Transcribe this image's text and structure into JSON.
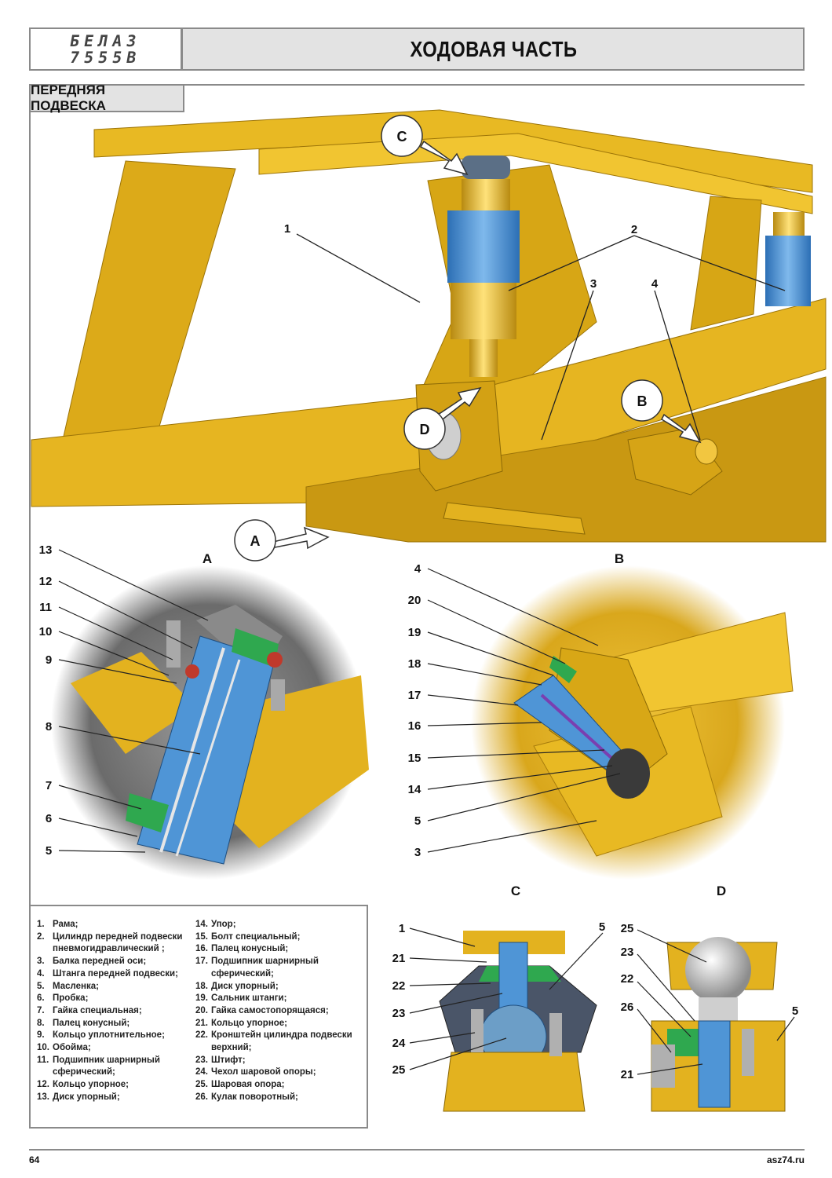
{
  "header": {
    "logo_top": "БЕЛАЗ",
    "logo_bottom": "7555В",
    "title": "ХОДОВАЯ ЧАСТЬ"
  },
  "section": {
    "title": "ПЕРЕДНЯЯ ПОДВЕСКА"
  },
  "callouts_main": {
    "a": "A",
    "b": "B",
    "c": "C",
    "d": "D"
  },
  "main_numbers": {
    "n1": "1",
    "n2": "2",
    "n3": "3",
    "n4": "4"
  },
  "detail_titles": {
    "a": "A",
    "b": "B",
    "c": "C",
    "d": "D"
  },
  "detail_a_labels": [
    "13",
    "12",
    "11",
    "10",
    "9",
    "8",
    "7",
    "6",
    "5"
  ],
  "detail_b_labels": [
    "4",
    "20",
    "19",
    "18",
    "17",
    "16",
    "15",
    "14",
    "5",
    "3"
  ],
  "detail_c_labels": {
    "left": [
      "1",
      "21",
      "22",
      "23",
      "24",
      "25"
    ],
    "right": "5"
  },
  "detail_d_labels": {
    "left": [
      "25",
      "23",
      "22",
      "26",
      "21"
    ],
    "right": "5"
  },
  "legend": {
    "col1": [
      {
        "num": "1.",
        "text": "Рама;"
      },
      {
        "num": "2.",
        "text": "Цилиндр передней подвески пневмогидравлический ;"
      },
      {
        "num": "3.",
        "text": "Балка передней оси;"
      },
      {
        "num": "4.",
        "text": "Штанга передней подвески;"
      },
      {
        "num": "5.",
        "text": "Масленка;"
      },
      {
        "num": "6.",
        "text": "Пробка;"
      },
      {
        "num": "7.",
        "text": "Гайка специальная;"
      },
      {
        "num": "8.",
        "text": "Палец конусный;"
      },
      {
        "num": "9.",
        "text": "Кольцо уплотнительное;"
      },
      {
        "num": "10.",
        "text": "Обойма;"
      },
      {
        "num": "11.",
        "text": "Подшипник шарнирный сферический;"
      },
      {
        "num": "12.",
        "text": "Кольцо упорное;"
      },
      {
        "num": "13.",
        "text": "Диск упорный;"
      }
    ],
    "col2": [
      {
        "num": "14.",
        "text": "Упор;"
      },
      {
        "num": "15.",
        "text": "Болт специальный;"
      },
      {
        "num": "16.",
        "text": "Палец конусный;"
      },
      {
        "num": "17.",
        "text": "Подшипник шарнирный сферический;"
      },
      {
        "num": "18.",
        "text": "Диск упорный;"
      },
      {
        "num": "19.",
        "text": "Сальник штанги;"
      },
      {
        "num": "20.",
        "text": "Гайка самостопорящаяся;"
      },
      {
        "num": "21.",
        "text": "Кольцо упорное;"
      },
      {
        "num": "22.",
        "text": "Кронштейн цилиндра подвески верхний;"
      },
      {
        "num": "23.",
        "text": "Штифт;"
      },
      {
        "num": "24.",
        "text": "Чехол шаровой опоры;"
      },
      {
        "num": "25.",
        "text": "Шаровая опора;"
      },
      {
        "num": "26.",
        "text": "Кулак поворотный;"
      }
    ]
  },
  "footer": {
    "page": "64",
    "site": "asz74.ru"
  },
  "colors": {
    "yellow": "#e8b923",
    "yellow_dark": "#b98a10",
    "blue": "#4f95d6",
    "green": "#2fa84f",
    "gray": "#6b6b6b",
    "frame": "#8a8a8a"
  }
}
